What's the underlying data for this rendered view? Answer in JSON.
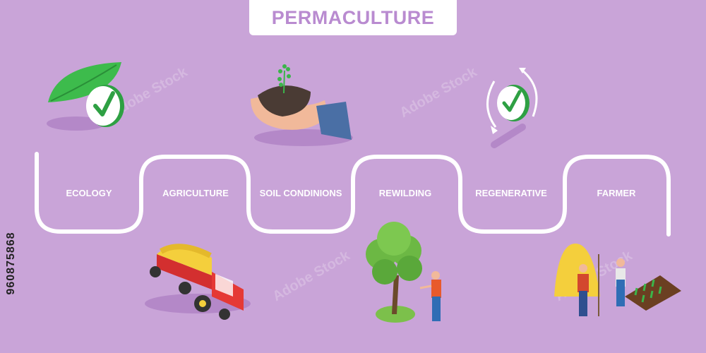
{
  "title": "PERMACULTURE",
  "stages": [
    {
      "label": "ECOLOGY"
    },
    {
      "label": "AGRICULTURE"
    },
    {
      "label": "SOIL CONDINIONS"
    },
    {
      "label": "REWILDING"
    },
    {
      "label": "REGENERATIVE"
    },
    {
      "label": "FARMER"
    }
  ],
  "image_id": "960875868",
  "watermark": "Adobe Stock",
  "colors": {
    "background": "#c9a4d8",
    "path": "#ffffff",
    "title_text": "#b98bd0",
    "check_green": "#3bb54a",
    "tractor_red": "#e53935",
    "hay_yellow": "#f4cf3c"
  },
  "icons": [
    "leaf-check-icon",
    "hand-soil-sprout-icon",
    "cycle-check-icon",
    "tractor-icon",
    "tree-man-icon",
    "farmers-haystack-icon"
  ]
}
